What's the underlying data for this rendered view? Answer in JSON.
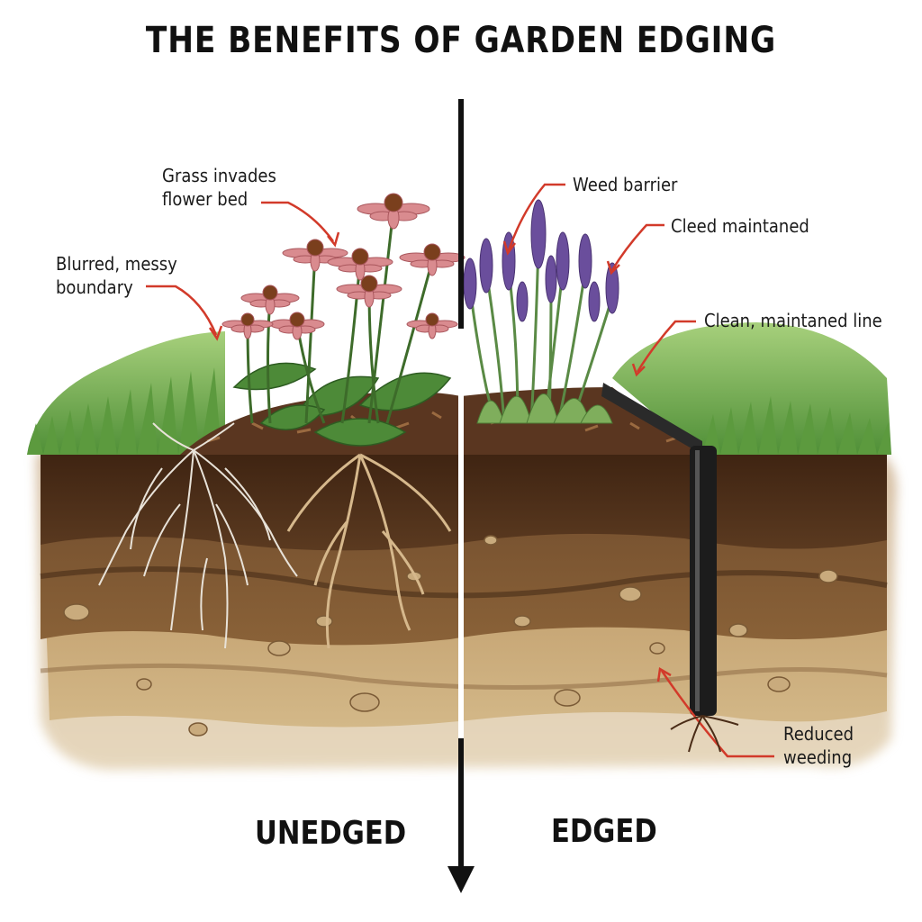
{
  "title": "THE BENEFITS OF GARDEN EDGING",
  "labels": {
    "grass_invades": "Grass invades\nflower bed",
    "blurred_boundary": "Blurred, messy\nboundary",
    "weed_barrier": "Weed barrier",
    "cleed_maintaned": "Cleed maintaned",
    "clean_line": "Clean, maintaned line",
    "reduced_weeding": "Reduced\nweeding"
  },
  "sides": {
    "left": "UNEDGED",
    "right": "EDGED"
  },
  "colors": {
    "arrow": "#d23a2a",
    "grass": "#6aa84f",
    "topsoil": "#4a2c17",
    "midsoil": "#6e4a2c",
    "subsoil": "#b9915f",
    "mulch": "#5a3620",
    "edging": "#1c1c1c",
    "echinacea": "#d98b8f",
    "lavender": "#6a4e9c"
  }
}
